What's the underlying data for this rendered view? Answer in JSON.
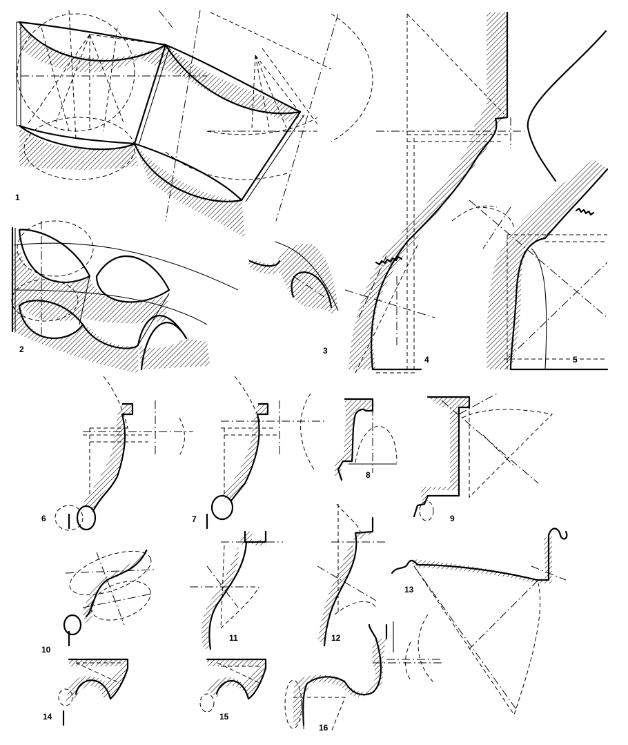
{
  "figures": [
    {
      "id": 1,
      "label": "1"
    },
    {
      "id": 2,
      "label": "2"
    },
    {
      "id": 3,
      "label": "3"
    },
    {
      "id": 4,
      "label": "4"
    },
    {
      "id": 5,
      "label": "5"
    },
    {
      "id": 6,
      "label": "6"
    },
    {
      "id": 7,
      "label": "7"
    },
    {
      "id": 8,
      "label": "8"
    },
    {
      "id": 9,
      "label": "9"
    },
    {
      "id": 10,
      "label": "10"
    },
    {
      "id": 11,
      "label": "11"
    },
    {
      "id": 12,
      "label": "12"
    },
    {
      "id": 13,
      "label": "13"
    },
    {
      "id": 14,
      "label": "14"
    },
    {
      "id": 15,
      "label": "15"
    },
    {
      "id": 16,
      "label": "16"
    }
  ],
  "colors": {
    "ink": "#000000",
    "paper": "#ffffff"
  }
}
